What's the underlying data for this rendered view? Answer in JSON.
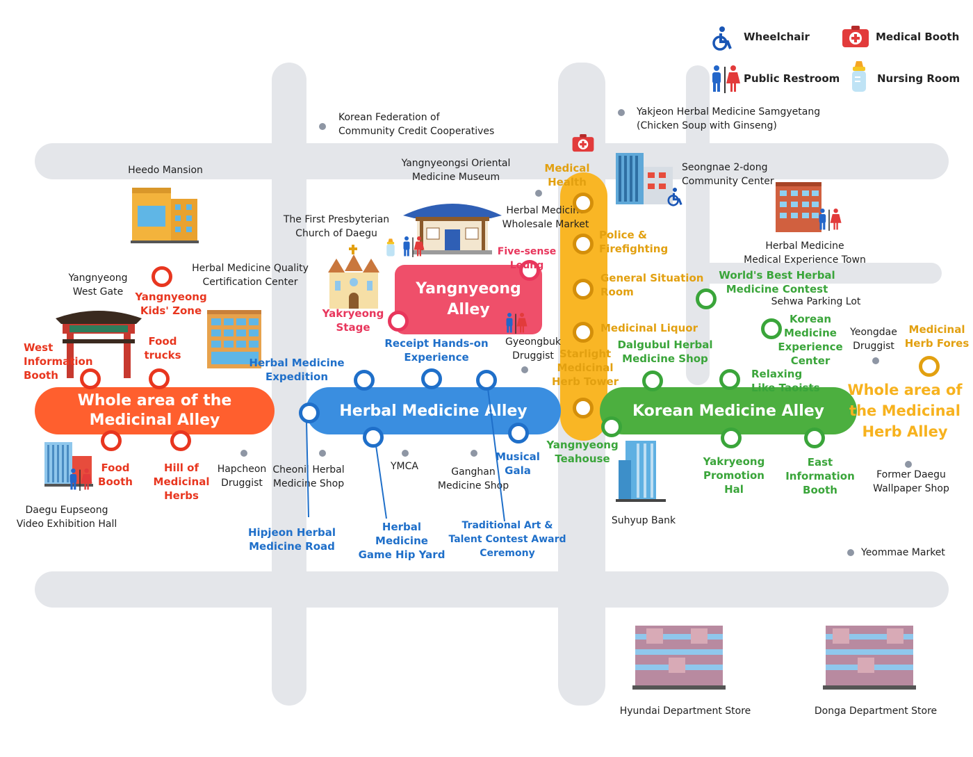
{
  "legend": {
    "wheelchair": "Wheelchair",
    "medical_booth": "Medical Booth",
    "public_restroom": "Public Restroom",
    "nursing_room": "Nursing Room"
  },
  "alleys": {
    "whole_area_west": "Whole area of the Medicinal Alley",
    "herbal_medicine_alley": "Herbal Medicine Alley",
    "korean_medicine_alley": "Korean Medicine Alley",
    "yangnyeong_alley": "Yangnyeong Alley",
    "whole_area_east": "Whole area of the Medicinal Herb Alley"
  },
  "landmarks": {
    "kfcc_line1": "Korean Federation of",
    "kfcc_line2": "Community Credit Cooperatives",
    "yakjeon_line1": "Yakjeon Herbal Medicine Samgyetang",
    "yakjeon_line2": "(Chicken Soup with Ginseng)",
    "heedo": "Heedo Mansion",
    "museum_line1": "Yangnyeongsi Oriental",
    "museum_line2": "Medicine Museum",
    "seongnae_line1": "Seongnae 2-dong",
    "seongnae_line2": "Community Center",
    "wholesale_line1": "Herbal Medicine",
    "wholesale_line2": "Wholesale Market",
    "church_line1": "The First Presbyterian",
    "church_line2": "Church of Daegu",
    "experience_town_line1": "Herbal Medicine",
    "experience_town_line2": "Medical Experience Town",
    "west_gate_line1": "Yangnyeong",
    "west_gate_line2": "West Gate",
    "quality_line1": "Herbal Medicine Quality",
    "quality_line2": "Certification Center",
    "sehwa": "Sehwa Parking Lot",
    "yeongdae_line1": "Yeongdae",
    "yeongdae_line2": "Druggist",
    "gyeongbuk_line1": "Gyeongbuk",
    "gyeongbuk_line2": "Druggist",
    "hapcheon_line1": "Hapcheon",
    "hapcheon_line2": "Druggist",
    "cheonil_line1": "Cheonil Herbal",
    "cheonil_line2": "Medicine Shop",
    "ymca": "YMCA",
    "ganghan_line1": "Ganghan",
    "ganghan_line2": "Medicine Shop",
    "suhyup": "Suhyup Bank",
    "wallpaper_line1": "Former Daegu",
    "wallpaper_line2": "Wallpaper Shop",
    "eupseong_line1": "Daegu Eupseong",
    "eupseong_line2": "Video Exhibition Hall",
    "yeommae": "Yeommae Market",
    "hyundai": "Hyundai Department Store",
    "donga": "Donga Department Store"
  },
  "events": {
    "kids_zone_line1": "Yangnyeong",
    "kids_zone_line2": "Kids' Zone",
    "west_info_line1": "West",
    "west_info_line2": "Information",
    "west_info_line3": "Booth",
    "food_trucks_line1": "Food",
    "food_trucks_line2": "trucks",
    "food_booth_line1": "Food",
    "food_booth_line2": "Booth",
    "hill_line1": "Hill of",
    "hill_line2": "Medicinal",
    "hill_line3": "Herbs",
    "expedition_line1": "Herbal Medicine",
    "expedition_line2": "Expedition",
    "receipt_line1": "Receipt Hands-on",
    "receipt_line2": "Experience",
    "hipjeon_line1": "Hipjeon Herbal",
    "hipjeon_line2": "Medicine Road",
    "game_line1": "Herbal",
    "game_line2": "Medicine",
    "game_line3": "Game Hip Yard",
    "musical_line1": "Musical",
    "musical_line2": "Gala",
    "traditional_line1": "Traditional Art &",
    "traditional_line2": "Talent Contest Award",
    "traditional_line3": "Ceremony",
    "five_sense_line1": "Five-sense",
    "five_sense_line2": "Loung",
    "stage_line1": "Yakryeong",
    "stage_line2": "Stage",
    "medical_health_line1": "Medical",
    "medical_health_line2": "Health",
    "police_line1": "Police &",
    "police_line2": "Firefighting",
    "situation_line1": "General Situation",
    "situation_line2": "Room",
    "liquor": "Medicinal Liquor",
    "starlight_line1": "Starlight",
    "starlight_line2": "Medicinal",
    "starlight_line3": "Herb Tower",
    "teahouse_line1": "Yangnyeong",
    "teahouse_line2": "Teahouse",
    "worlds_best_line1": "World's Best Herbal",
    "worlds_best_line2": "Medicine Contest",
    "km_center_line1": "Korean",
    "km_center_line2": "Medicine",
    "km_center_line3": "Experience",
    "km_center_line4": "Center",
    "dalgubul_line1": "Dalgubul Herbal",
    "dalgubul_line2": "Medicine Shop",
    "relaxing_line1": "Relaxing",
    "relaxing_line2": "Like Taoists",
    "promotion_line1": "Yakryeong",
    "promotion_line2": "Promotion",
    "promotion_line3": "Hal",
    "east_info_line1": "East",
    "east_info_line2": "Information",
    "east_info_line3": "Booth",
    "herb_forest_line1": "Medicinal",
    "herb_forest_line2": "Herb Fores"
  },
  "colors": {
    "red_zone": "#ff5f2e",
    "blue_zone": "#3a8ee0",
    "gold_zone": "#f9b625",
    "green_zone": "#4caf3f",
    "pink_zone": "#ef4f6a",
    "road": "#e4e6ea"
  }
}
